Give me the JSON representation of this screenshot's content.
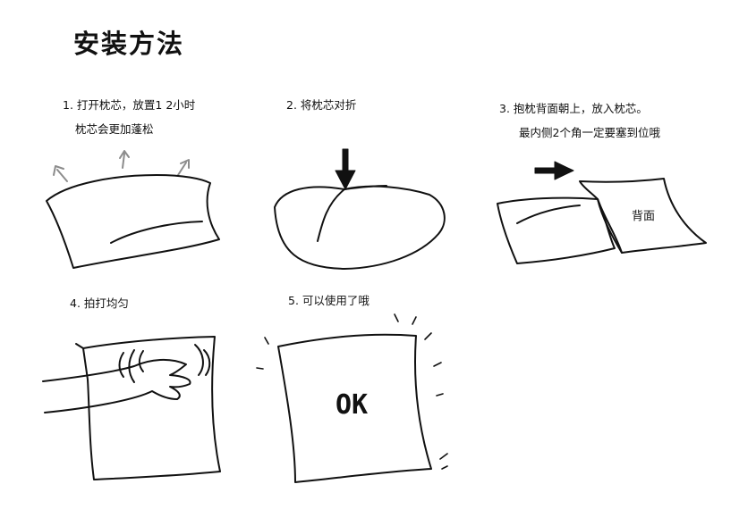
{
  "title": "安装方法",
  "steps": [
    {
      "line1": "1. 打开枕芯，放置1 2小时",
      "line2": "枕芯会更加蓬松"
    },
    {
      "line1": "2. 将枕芯对折"
    },
    {
      "line1": "3.  抱枕背面朝上，放入枕芯。",
      "line2": "最内侧2个角一定要塞到位哦",
      "label": "背面"
    },
    {
      "line1": "4. 拍打均匀"
    },
    {
      "line1": "5. 可以使用了哦",
      "label": "OK"
    }
  ],
  "colors": {
    "ink": "#111111",
    "arrow_gray": "#8c8c8c"
  },
  "icons": [
    "up-arrow-icon",
    "down-arrow-icon",
    "right-arrow-icon",
    "pillow-icon",
    "hand-icon"
  ]
}
